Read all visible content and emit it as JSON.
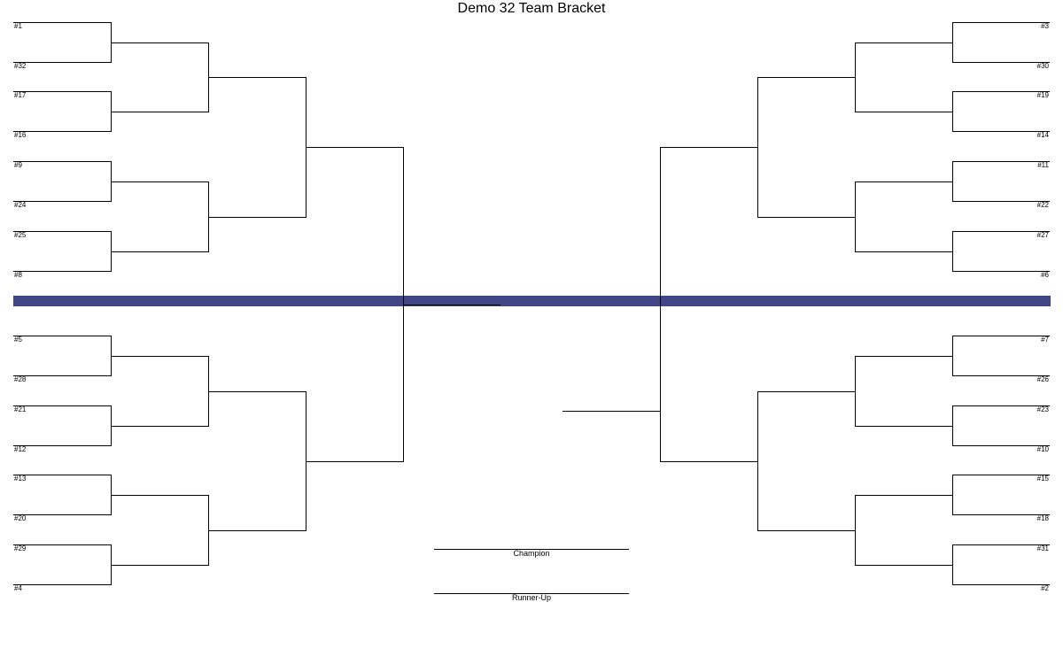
{
  "title": "Demo 32 Team Bracket",
  "divider_color": "#3f4585",
  "line_color": "#000000",
  "seeds": {
    "left_top": [
      "#1",
      "#32",
      "#17",
      "#16",
      "#9",
      "#24",
      "#25",
      "#8"
    ],
    "left_bottom": [
      "#5",
      "#28",
      "#21",
      "#12",
      "#13",
      "#20",
      "#29",
      "#4"
    ],
    "right_top": [
      "#3",
      "#30",
      "#19",
      "#14",
      "#11",
      "#22",
      "#27",
      "#6"
    ],
    "right_bottom": [
      "#7",
      "#26",
      "#23",
      "#10",
      "#15",
      "#18",
      "#31",
      "#2"
    ]
  },
  "labels": {
    "champion": "Champion",
    "runner_up": "Runner-Up"
  }
}
